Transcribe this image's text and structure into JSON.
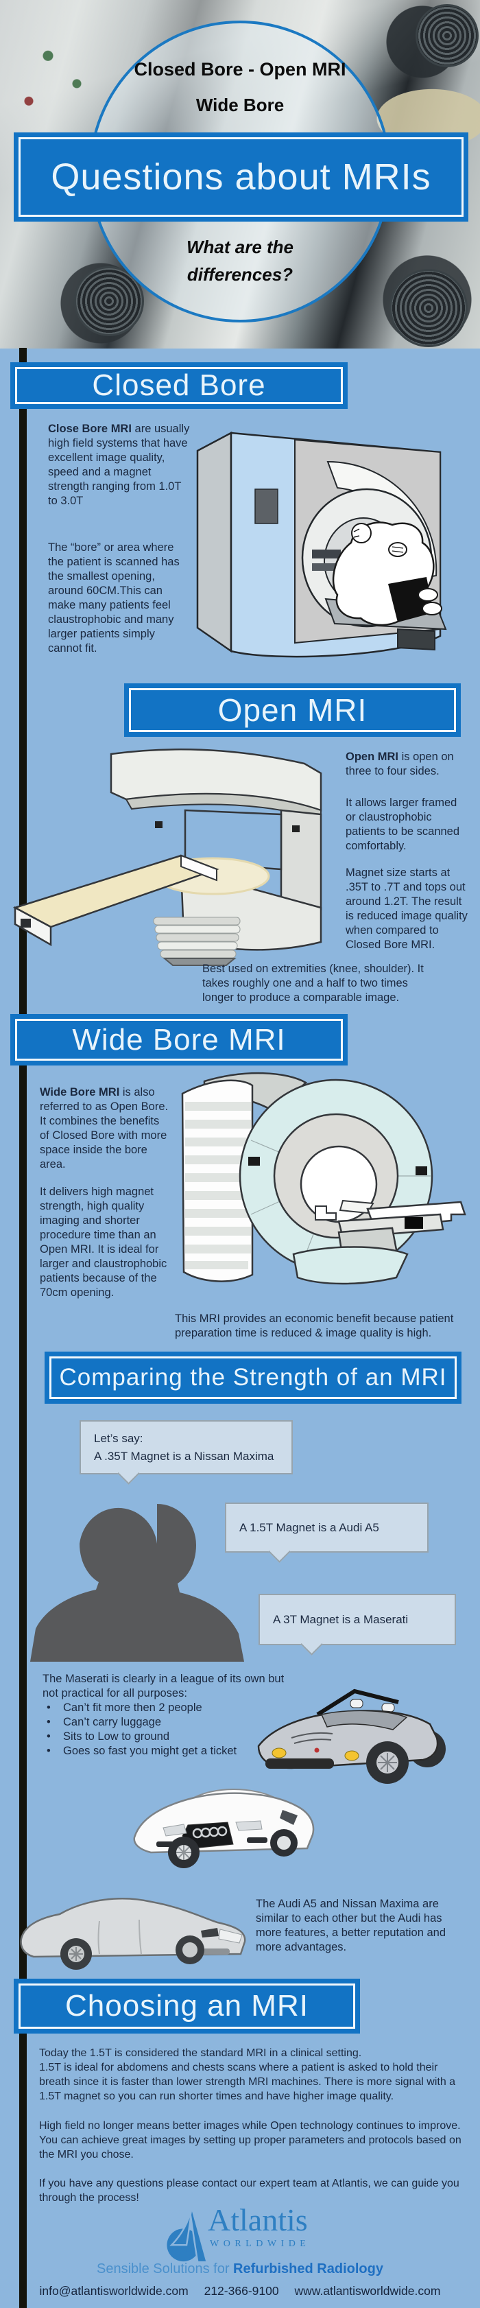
{
  "colors": {
    "background": "#8db6dd",
    "accent_blue": "#1273c4",
    "banner_text": "#e8f4fb",
    "body_text": "#1b2940",
    "bubble_fill": "#cddcea",
    "bubble_border": "#97a4ad",
    "silhouette_gray": "#58595b",
    "logo_blue": "#2e7fc2",
    "divider_black": "#14140c"
  },
  "header": {
    "circle_line1": "Closed Bore - Open MRI",
    "circle_line2": "Wide Bore",
    "title": "Questions about MRIs",
    "subtitle_line1": "What are the",
    "subtitle_line2": "differences?"
  },
  "closed_bore": {
    "heading": "Closed Bore",
    "p1_lead": "Close Bore MRI",
    "p1_rest": " are usually high field systems that have excellent image quality, speed and a magnet strength ranging from 1.0T to 3.0T",
    "p2": "The “bore” or area where the patient is scanned has the smallest opening, around 60CM.This can make many patients feel claustrophobic and many larger patients simply cannot fit."
  },
  "open_mri": {
    "heading": "Open MRI",
    "p1_lead": "Open MRI",
    "p1_rest": " is open on three to four sides.",
    "p2": "It allows larger framed or claustrophobic patients to be scanned comfortably.",
    "p3": "Magnet size starts at .35T to .7T and tops out around 1.2T.  The result is reduced image quality when compared to Closed Bore MRI.",
    "caption": "Best used on extremities (knee, shoulder). It takes roughly one and a half to two times longer to produce a comparable image."
  },
  "wide_bore": {
    "heading": "Wide Bore MRI",
    "p1_lead": "Wide Bore MRI",
    "p1_rest": " is also referred to as Open Bore. It combines the benefits of Closed Bore with more space inside the bore area.",
    "p2": "It delivers high magnet strength, high quality imaging and shorter procedure time than an Open MRI. It is ideal for larger and claustrophobic patients because of the 70cm opening.",
    "caption": "This MRI provides an economic benefit because patient preparation time is reduced & image quality is high."
  },
  "comparing": {
    "heading": "Comparing the Strength of an MRI",
    "bubble1_line1": "Let’s say:",
    "bubble1_line2": "A .35T Magnet is a Nissan Maxima",
    "bubble2": "A 1.5T Magnet is a Audi A5",
    "bubble3": "A 3T Magnet is a Maserati",
    "maserati_intro": "The Maserati is clearly in a league of its own but not practical for all purposes:",
    "maserati_bullets": [
      "Can’t fit more then 2 people",
      "Can’t carry luggage",
      "Sits to Low to ground",
      "Goes so fast you might get a ticket"
    ],
    "audi_note": "The Audi A5 and Nissan Maxima are similar to each other but the Audi has more features, a better reputation and more advantages."
  },
  "choosing": {
    "heading": "Choosing an MRI",
    "p1": "Today the 1.5T is considered the standard MRI in a clinical setting.\n1.5T is ideal for abdomens and chests scans where a patient is asked to hold their breath since it is faster than lower strength MRI machines.   There is more signal with a 1.5T magnet so you can run shorter times and have higher image quality.",
    "p2": "High field no longer means better images while Open technology continues to improve. You can achieve great images by setting up proper parameters and protocols based on the MRI you chose.",
    "p3": "If you have any questions please contact our expert team at Atlantis, we can guide you through the process!"
  },
  "footer": {
    "logo_name": "Atlantis",
    "logo_sub": "WORLDWIDE",
    "tagline_regular": "Sensible Solutions for ",
    "tagline_bold": "Refurbished Radiology",
    "email": "info@atlantisworldwide.com",
    "phone": "212-366-9100",
    "website": "www.atlantisworldwide.com"
  }
}
